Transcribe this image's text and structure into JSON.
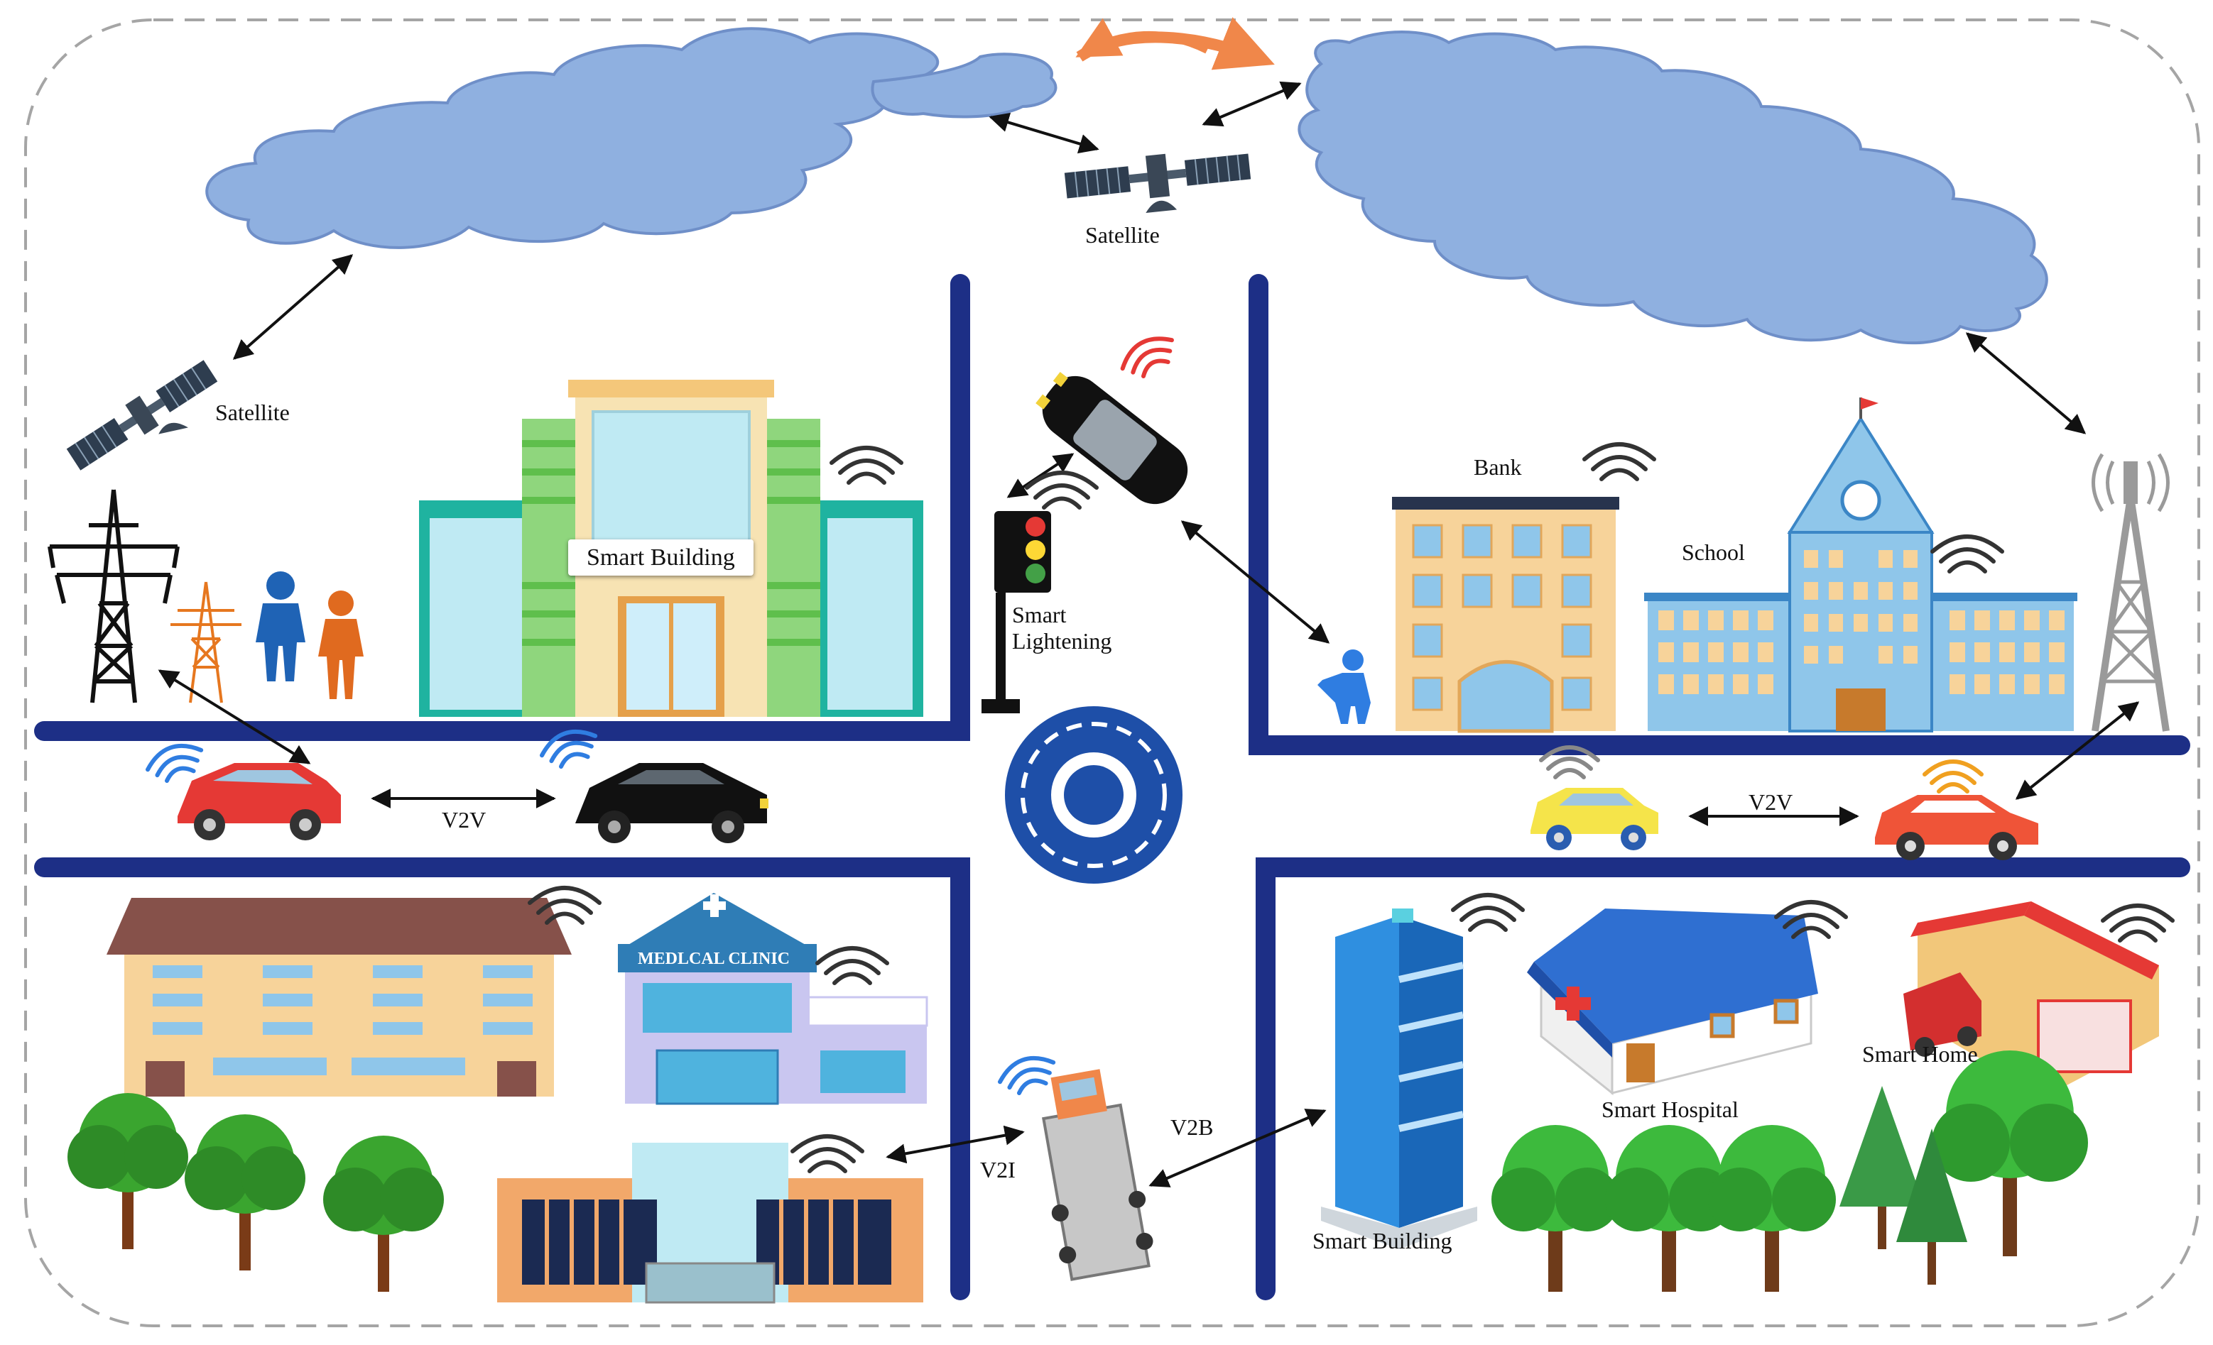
{
  "labels": {
    "satellite_top": "Satellite",
    "satellite_left": "Satellite",
    "smart_building_top": "Smart Building",
    "smart_lightening": "Smart\nLightening",
    "bank": "Bank",
    "school": "School",
    "v2v_left": "V2V",
    "v2v_right": "V2V",
    "v2i": "V2I",
    "v2b": "V2B",
    "medical_clinic_sign": "MEDLCAL CLINIC",
    "smart_hospital": "Smart Hospital",
    "smart_home": "Smart Home",
    "smart_building_bottom": "Smart Building"
  },
  "colors": {
    "road": "#1d2f86",
    "cloud": "#8fb0e0",
    "cloud_edge": "#5a7fbf",
    "border": "#a5a5a5",
    "swap_arrow": "#f0874a",
    "wifi": "#333333",
    "wifi_active": "#2f7de1",
    "wifi_alert": "#e53935"
  }
}
